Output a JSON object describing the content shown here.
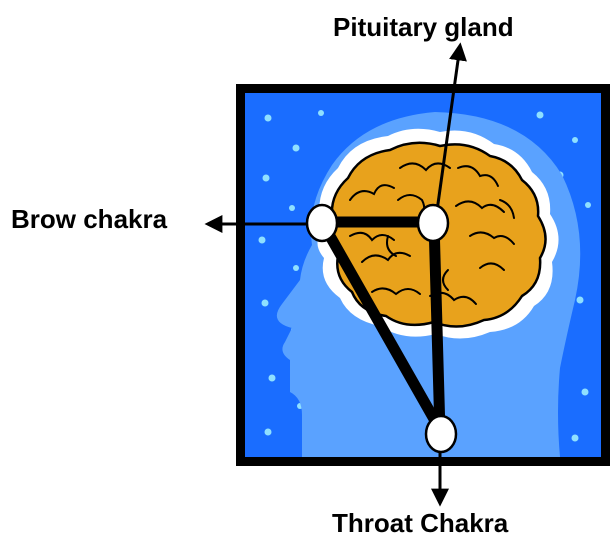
{
  "labels": {
    "pituitary": "Pituitary gland",
    "brow": "Brow chakra",
    "throat": "Throat Chakra"
  },
  "colors": {
    "background_frame": "#000000",
    "panel_blue": "#1a6dff",
    "dots": "#8fe0ff",
    "head_silhouette": "#5aa2ff",
    "brain_fill": "#e8a21c",
    "brain_outline": "#000000",
    "brain_halo": "#ffffff",
    "node_fill": "#ffffff",
    "connector": "#000000"
  },
  "icons": {
    "head": "human-head-profile-icon",
    "brain": "brain-icon"
  }
}
